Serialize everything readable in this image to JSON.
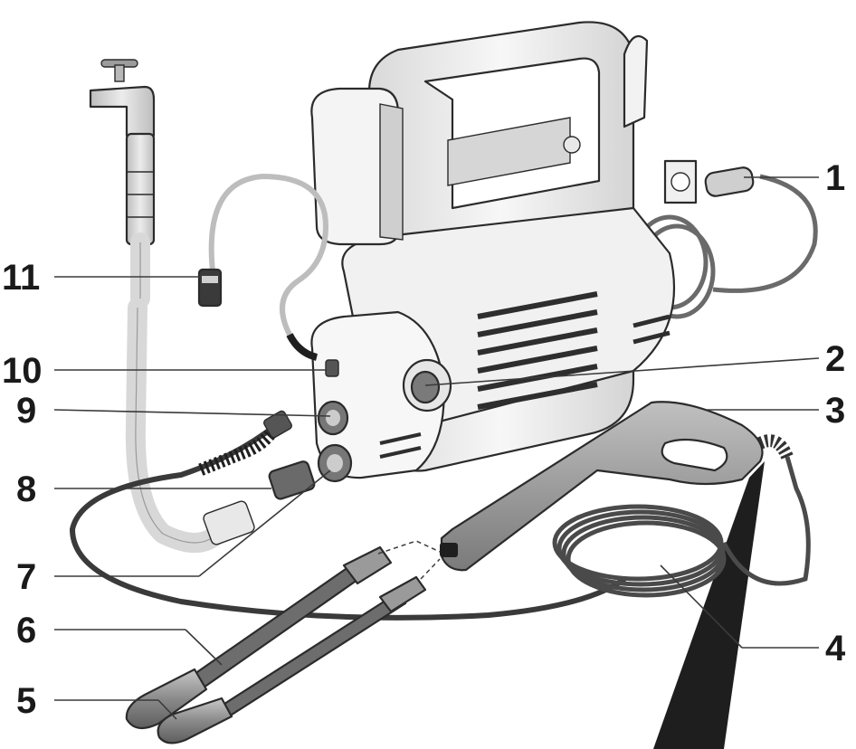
{
  "callouts": [
    {
      "id": "1",
      "label": "1"
    },
    {
      "id": "2",
      "label": "2"
    },
    {
      "id": "3",
      "label": "3"
    },
    {
      "id": "4",
      "label": "4"
    },
    {
      "id": "5",
      "label": "5"
    },
    {
      "id": "6",
      "label": "6"
    },
    {
      "id": "7",
      "label": "7"
    },
    {
      "id": "8",
      "label": "8"
    },
    {
      "id": "9",
      "label": "9"
    },
    {
      "id": "10",
      "label": "10"
    },
    {
      "id": "11",
      "label": "11"
    }
  ],
  "colors": {
    "body_white": "#f6f6f6",
    "body_shade": "#dcdcdc",
    "dark_grey": "#9a9a9a",
    "hose_black": "#2a2a2a",
    "line": "#2b2b2b"
  }
}
